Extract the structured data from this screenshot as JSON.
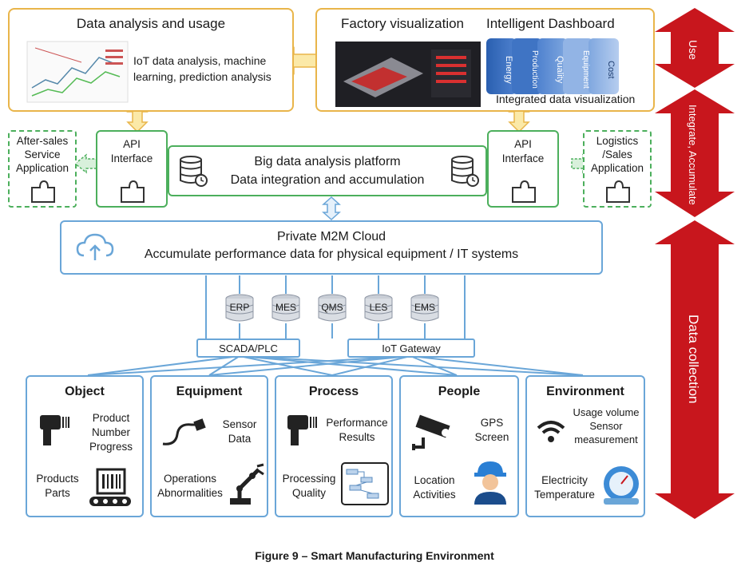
{
  "top": {
    "analysis_title": "Data analysis and usage",
    "analysis_desc_1": "IoT data analysis, machine",
    "analysis_desc_2": "learning, prediction analysis",
    "factory_title": "Factory visualization",
    "dashboard_title": "Intelligent Dashboard",
    "dashboard_items": [
      "Energy",
      "Production",
      "Quality",
      "Equipment",
      "Cost"
    ],
    "dashboard_caption": "Integrated data visualization"
  },
  "platform": {
    "after_sales_1": "After-sales",
    "after_sales_2": "Service",
    "after_sales_3": "Application",
    "api_1": "API",
    "api_2": "Interface",
    "platform_line1": "Big data analysis platform",
    "platform_line2": "Data integration and accumulation",
    "logistics_1": "Logistics",
    "logistics_2": "/Sales",
    "logistics_3": "Application"
  },
  "cloud": {
    "line1": "Private M2M Cloud",
    "line2": "Accumulate performance data for physical equipment / IT systems"
  },
  "databases": [
    "ERP",
    "MES",
    "QMS",
    "LES",
    "EMS"
  ],
  "gateways": {
    "scada": "SCADA/PLC",
    "iot": "IoT Gateway"
  },
  "categories": {
    "object": {
      "title": "Object",
      "l1": "Product",
      "l2": "Number",
      "l3": "Progress",
      "l4": "Products",
      "l5": "Parts"
    },
    "equipment": {
      "title": "Equipment",
      "l1": "Sensor",
      "l2": "Data",
      "l3": "Operations",
      "l4": "Abnormalities"
    },
    "process": {
      "title": "Process",
      "l1": "Performance",
      "l2": "Results",
      "l3": "Processing",
      "l4": "Quality"
    },
    "people": {
      "title": "People",
      "l1": "GPS",
      "l2": "Screen",
      "l3": "Location",
      "l4": "Activities"
    },
    "environment": {
      "title": "Environment",
      "l1": "Usage volume",
      "l2": "Sensor",
      "l3": "measurement",
      "l4": "Electricity",
      "l5": "Temperature"
    }
  },
  "side_labels": {
    "use": "Use",
    "integrate": "Integrate, Accumulate",
    "collection": "Data collection"
  },
  "caption": "Figure 9 – Smart Manufacturing Environment",
  "colors": {
    "orange": "#e9b54a",
    "green": "#4caf5c",
    "blue": "#6aa6d8",
    "red": "#c8161d"
  }
}
